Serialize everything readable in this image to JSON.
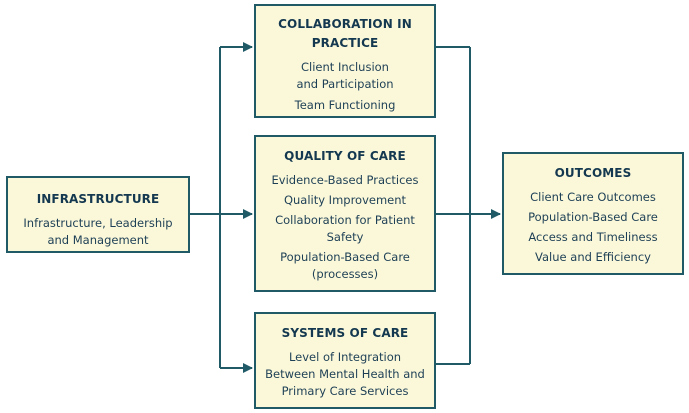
{
  "infrastructure": {
    "title": "INFRASTRUCTURE",
    "items": [
      "Infrastructure, Leadership",
      "and Management"
    ]
  },
  "collaboration": {
    "title_line1": "COLLABORATION IN",
    "title_line2": "PRACTICE",
    "items": [
      "Client Inclusion",
      "and Participation",
      "Team Functioning"
    ]
  },
  "quality": {
    "title": "QUALITY OF CARE",
    "items": [
      "Evidence-Based Practices",
      "Quality Improvement",
      "Collaboration for Patient",
      "Safety",
      "Population-Based Care",
      "(processes)"
    ]
  },
  "systems": {
    "title": "SYSTEMS OF CARE",
    "items": [
      "Level of Integration",
      "Between Mental Health and",
      "Primary Care Services"
    ]
  },
  "outcomes": {
    "title": "OUTCOMES",
    "items": [
      "Client Care Outcomes",
      "Population-Based Care",
      "Access and Timeliness",
      "Value and Efficiency"
    ]
  },
  "colors": {
    "box_fill": "#fbf8da",
    "box_border": "#1f5a66",
    "text": "#1d3f55"
  }
}
